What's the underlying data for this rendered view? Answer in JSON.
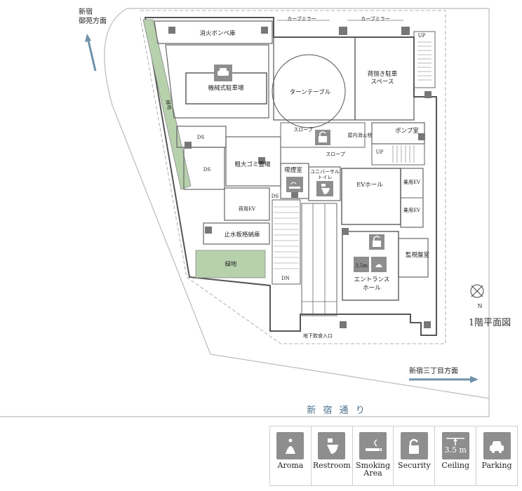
{
  "floor_title": "1階平面図",
  "compass_letter": "N",
  "directions": {
    "shinjuku_gyoen_line1": "新宿",
    "shinjuku_gyoen_line2": "御苑方面",
    "shinjuku_sanchome": "新宿三丁目方面",
    "street": "新 宿 通 り"
  },
  "rooms": {
    "fire_cylinder": "消火ボンベ庫",
    "mechanical_parking": "機械式駐車場",
    "turntable": "ターンテーブル",
    "loading_line1": "荷捌き駐車",
    "loading_line2": "スペース",
    "curve_mirror_1": "カーブミラー",
    "curve_mirror_2": "カーブミラー",
    "up_top": "UP",
    "green_left": "緑地",
    "ds_1": "DS",
    "ds_2": "DS",
    "slope_1": "スロープ",
    "slope_2": "スロープ",
    "indoor_hydrant": "屋内消火栓",
    "pump_room": "ポンプ室",
    "up_mid": "UP",
    "bulky_garbage": "粗大ゴミ置場",
    "smoking_room": "喫煙室",
    "universal_toilet_line1": "ユニバーサル",
    "universal_toilet_line2": "トイレ",
    "ev_hall": "EVホール",
    "passenger_ev_1": "乗用EV",
    "passenger_ev_2": "乗用EV",
    "freight_ev": "荷用EV",
    "ds_3": "DS",
    "water_barrier": "止水板格納庫",
    "monitoring_room": "監視盤室",
    "green_bottom": "緑地",
    "dn": "DN",
    "ceiling_tag": "3.5m",
    "entrance_line1": "エントランス",
    "entrance_line2": "ホール",
    "basement_entrance": "地下飲食入口"
  },
  "legend": [
    {
      "label": "Aroma",
      "icon": "aroma-icon"
    },
    {
      "label": "Restroom",
      "icon": "restroom-icon"
    },
    {
      "label": "Smoking\nArea",
      "icon": "smoking-icon"
    },
    {
      "label": "Security",
      "icon": "security-icon"
    },
    {
      "label": "Ceiling",
      "icon": "ceiling-icon",
      "value": "3.5 m"
    },
    {
      "label": "Parking",
      "icon": "parking-icon"
    }
  ],
  "colors": {
    "green": "#b7d1ad",
    "icon_bg": "#8e8e8e",
    "arrow": "#6f93ab",
    "street_text": "#4a6f8a"
  }
}
